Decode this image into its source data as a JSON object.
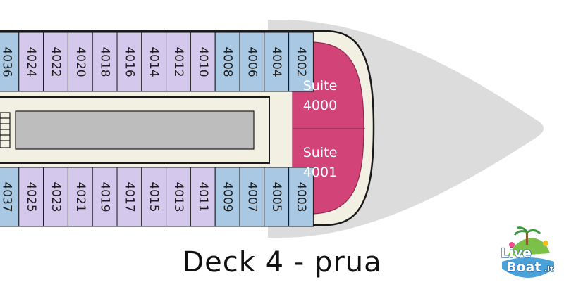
{
  "title": "Deck 4 - prua",
  "colors": {
    "standard_cabin": "#d4c9ec",
    "oceanview_cabin": "#a8c8e4",
    "suite": "#d24478",
    "corridor": "#f2efe3",
    "service_area": "#bdbdbd",
    "ship_silhouette": "#dcdcdc"
  },
  "cabins_top": [
    {
      "number": "4036",
      "type": "oceanview"
    },
    {
      "number": "4024",
      "type": "standard"
    },
    {
      "number": "4022",
      "type": "standard"
    },
    {
      "number": "4020",
      "type": "standard"
    },
    {
      "number": "4018",
      "type": "standard"
    },
    {
      "number": "4016",
      "type": "standard"
    },
    {
      "number": "4014",
      "type": "standard"
    },
    {
      "number": "4012",
      "type": "standard"
    },
    {
      "number": "4010",
      "type": "standard"
    },
    {
      "number": "4008",
      "type": "oceanview"
    },
    {
      "number": "4006",
      "type": "oceanview"
    },
    {
      "number": "4004",
      "type": "oceanview"
    },
    {
      "number": "4002",
      "type": "oceanview"
    }
  ],
  "cabins_bottom": [
    {
      "number": "4037",
      "type": "oceanview"
    },
    {
      "number": "4025",
      "type": "standard"
    },
    {
      "number": "4023",
      "type": "standard"
    },
    {
      "number": "4021",
      "type": "standard"
    },
    {
      "number": "4019",
      "type": "standard"
    },
    {
      "number": "4017",
      "type": "standard"
    },
    {
      "number": "4015",
      "type": "standard"
    },
    {
      "number": "4013",
      "type": "standard"
    },
    {
      "number": "4011",
      "type": "standard"
    },
    {
      "number": "4009",
      "type": "oceanview"
    },
    {
      "number": "4007",
      "type": "oceanview"
    },
    {
      "number": "4005",
      "type": "oceanview"
    },
    {
      "number": "4003",
      "type": "oceanview"
    }
  ],
  "suites": [
    {
      "line1": "Suite",
      "line2": "4000"
    },
    {
      "line1": "Suite",
      "line2": "4001"
    }
  ],
  "logo": {
    "word1": "Live",
    "word2": "Boat",
    "suffix": ".it"
  }
}
